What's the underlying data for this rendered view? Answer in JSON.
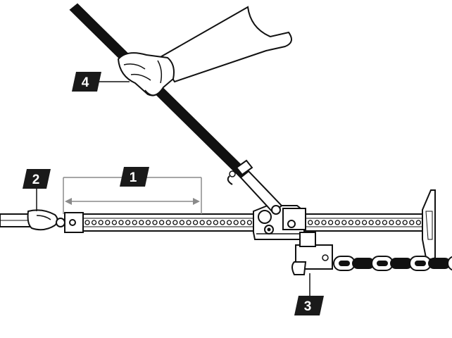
{
  "callouts": [
    {
      "id": "1",
      "label": "1"
    },
    {
      "id": "2",
      "label": "2"
    },
    {
      "id": "3",
      "label": "3"
    },
    {
      "id": "4",
      "label": "4"
    }
  ],
  "colors": {
    "ink": "#111111",
    "background": "#ffffff",
    "label_fill": "#1a1a1a",
    "label_text": "#ffffff",
    "measure_line": "#8a8a8a"
  },
  "icons": {
    "jack": "hi-lift-jack-icon",
    "handle": "jack-handle-icon",
    "hand": "gloved-hand-icon",
    "chain": "chain-icon",
    "hook": "clevis-hook-icon"
  }
}
